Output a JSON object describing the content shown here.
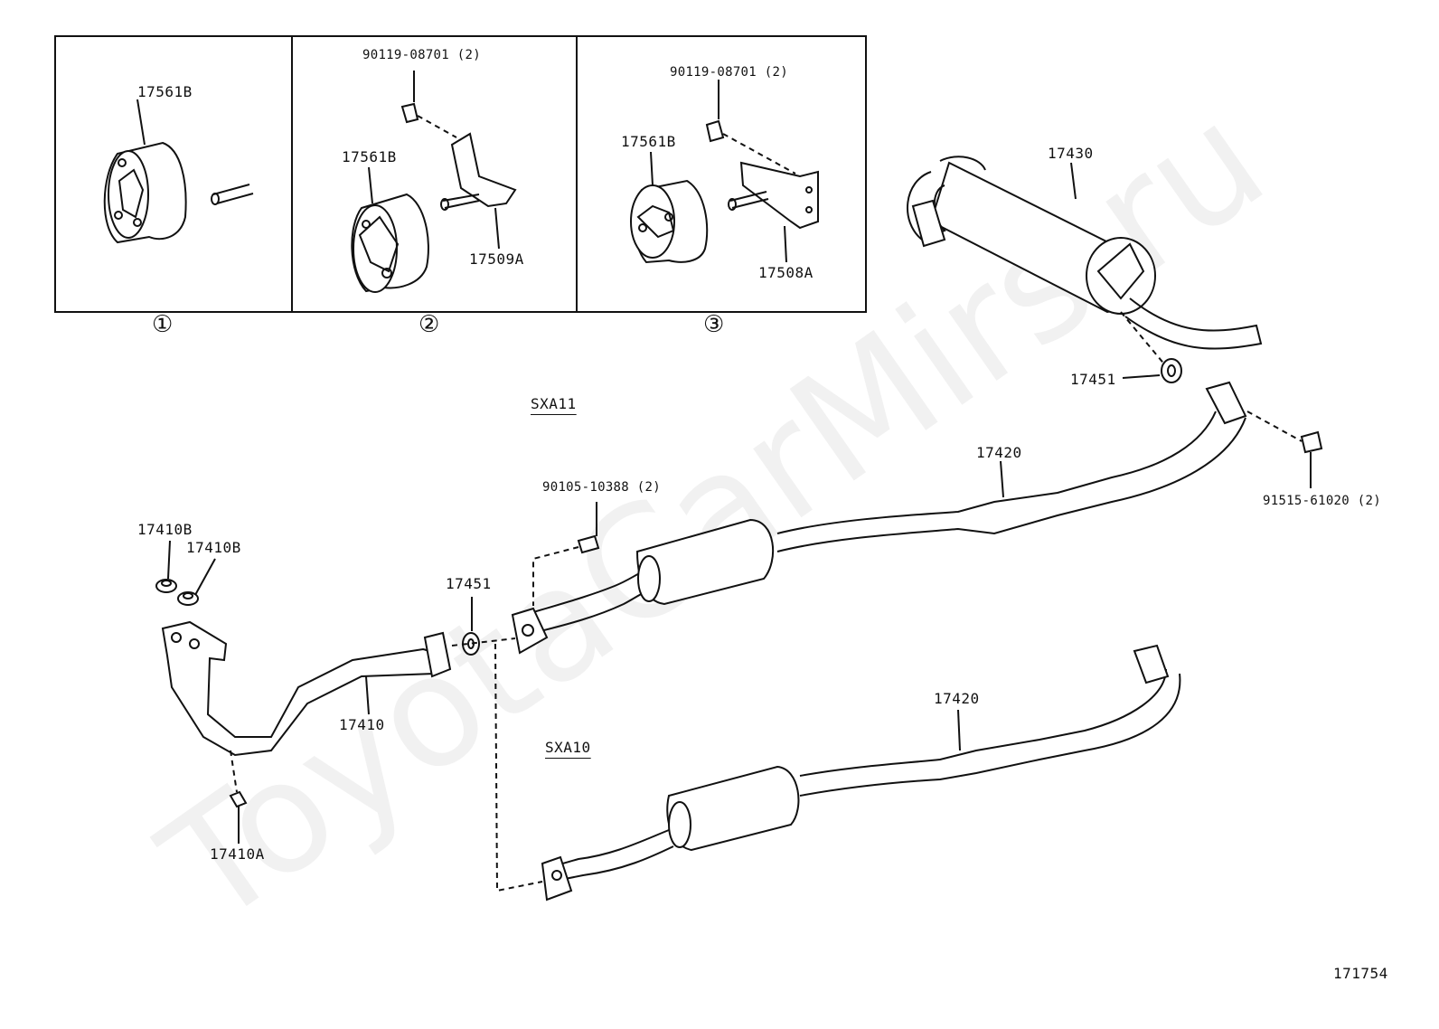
{
  "watermark": "ToyotaCarMirs.ru",
  "diagram_number": "171754",
  "insets": [
    {
      "index": "①",
      "parts": [
        "17561B"
      ]
    },
    {
      "index": "②",
      "parts": [
        "90119-08701 (2)",
        "17561B",
        "17509A"
      ]
    },
    {
      "index": "③",
      "parts": [
        "90119-08701 (2)",
        "17561B",
        "17508A"
      ]
    }
  ],
  "variants": {
    "upper": "SXA11",
    "lower": "SXA10"
  },
  "parts": {
    "p17430": "17430",
    "p17451_top": "17451",
    "p17420_upper": "17420",
    "p91515": "91515-61020 (2)",
    "p90105": "90105-10388 (2)",
    "p17451_mid": "17451",
    "p17410B_1": "17410B",
    "p17410B_2": "17410B",
    "p17410": "17410",
    "p17410A": "17410A",
    "p17420_lower": "17420"
  }
}
